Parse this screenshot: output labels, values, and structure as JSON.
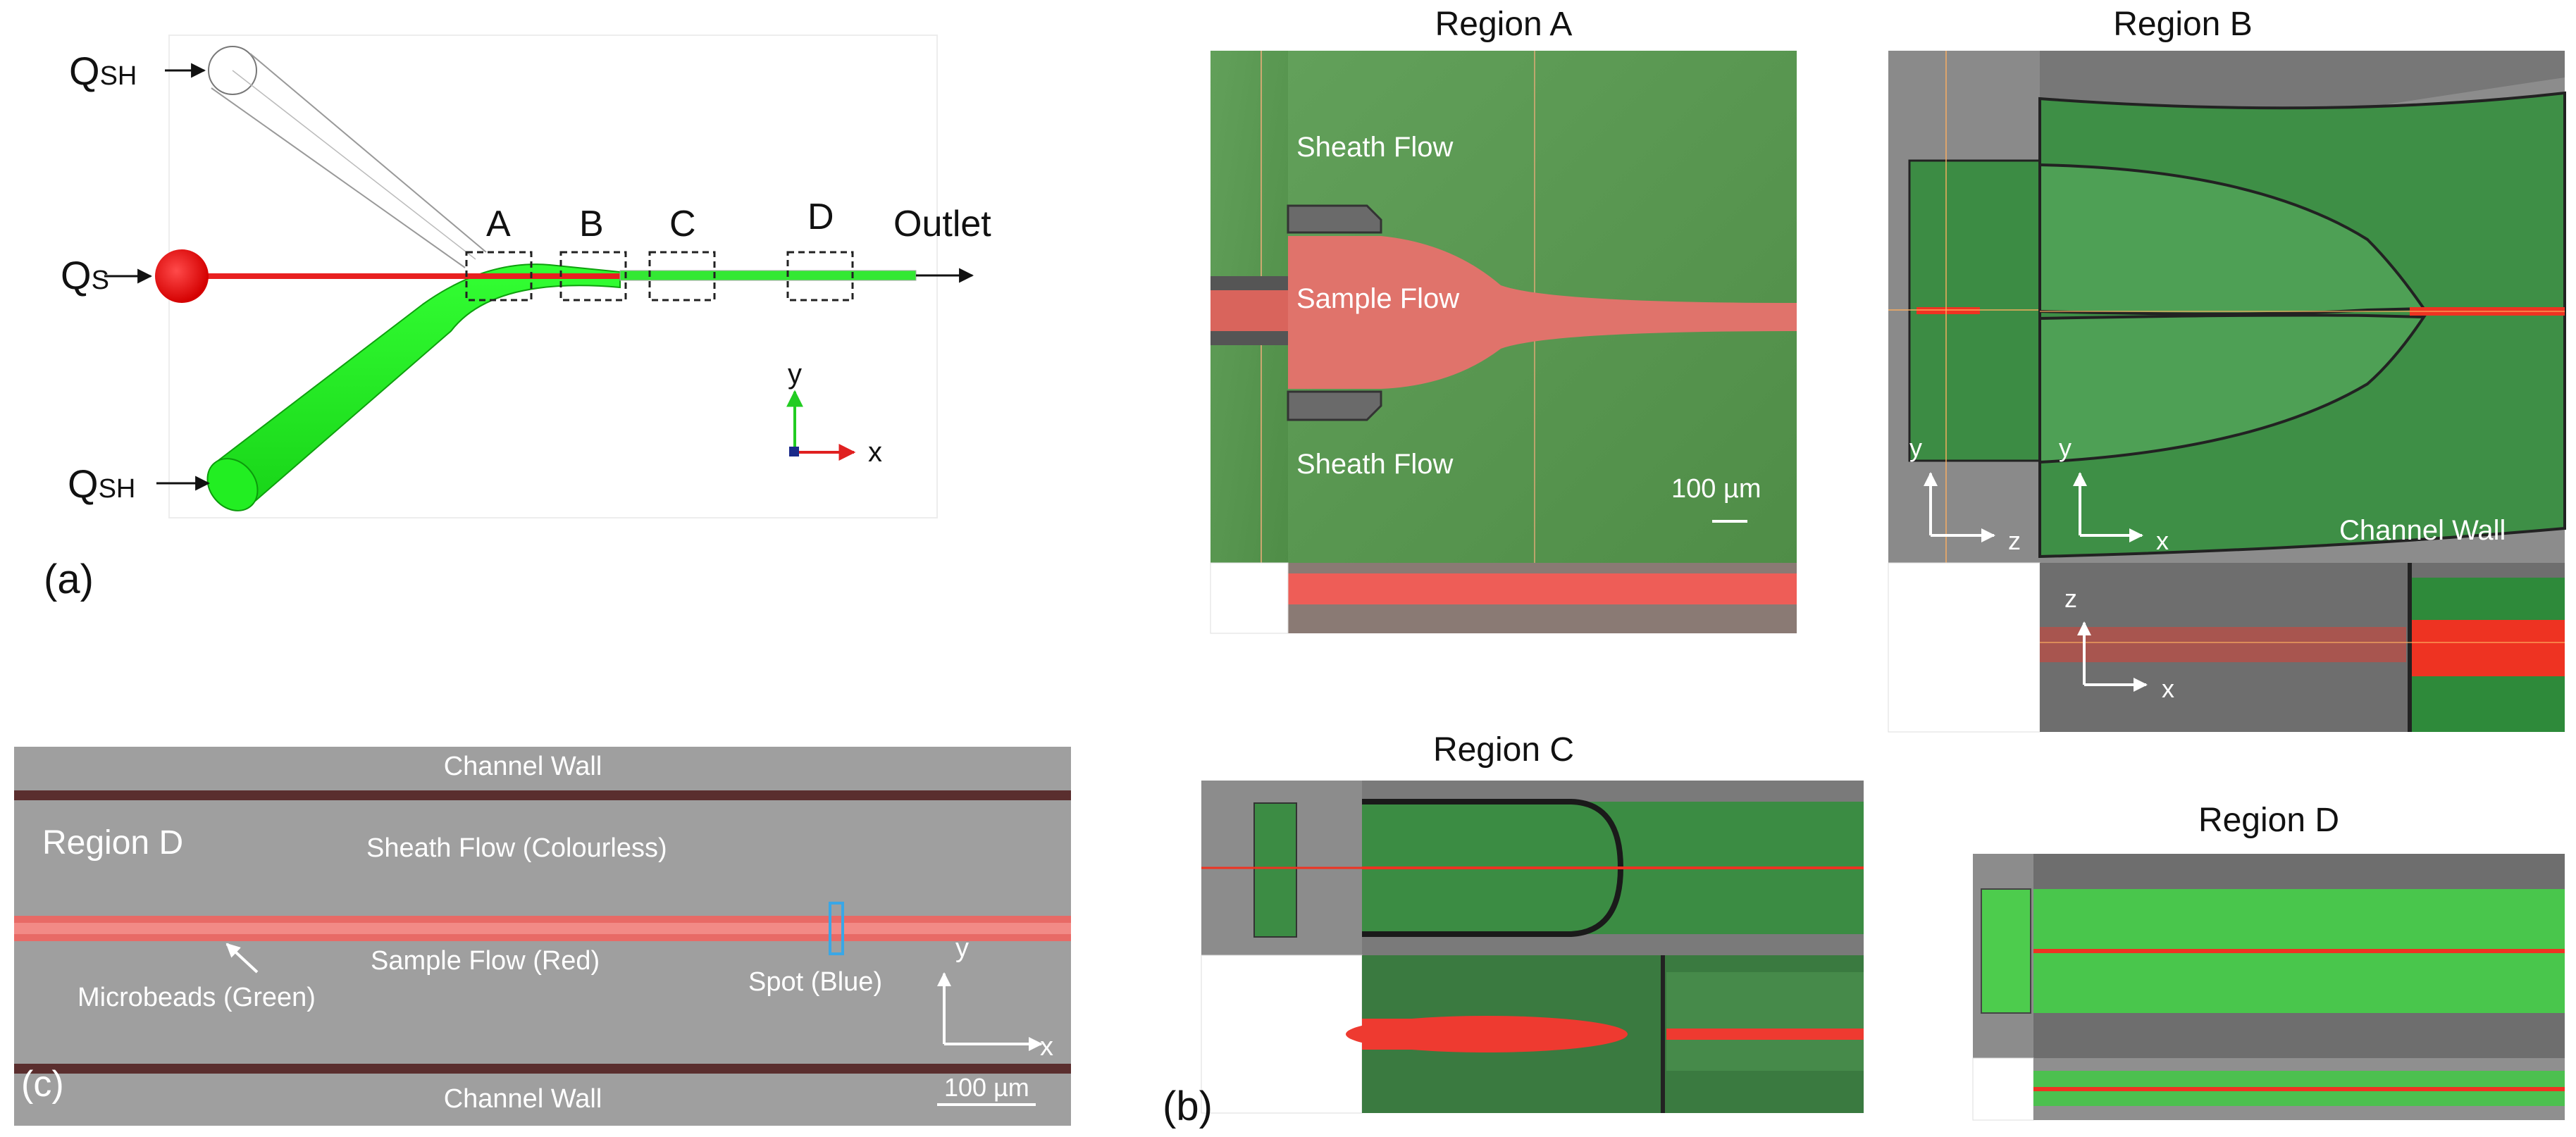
{
  "panel_a": {
    "panel_label": "(a)",
    "inlet_top": {
      "symbol": "Q",
      "subscript": "SH"
    },
    "inlet_middle": {
      "symbol": "Q",
      "subscript": "S"
    },
    "inlet_bottom": {
      "symbol": "Q",
      "subscript": "SH"
    },
    "region_labels": [
      "A",
      "B",
      "C",
      "D"
    ],
    "outlet_label": "Outlet",
    "axis_y": "y",
    "axis_x": "x",
    "colors": {
      "sample": "#e41a1a",
      "sheath": "#22ee22"
    }
  },
  "panel_b": {
    "panel_label": "(b)",
    "region_a": {
      "title": "Region A",
      "sheath_top": "Sheath Flow",
      "sample": "Sample Flow",
      "sheath_bottom": "Sheath Flow",
      "scale": "100 µm"
    },
    "region_b": {
      "title": "Region B",
      "axis_y1": "y",
      "axis_z1": "z",
      "axis_y2": "y",
      "axis_x2": "x",
      "wall": "Channel Wall",
      "axis_z3": "z",
      "axis_x3": "x"
    },
    "region_c": {
      "title": "Region C"
    },
    "region_d": {
      "title": "Region D"
    }
  },
  "panel_c": {
    "panel_label": "(c)",
    "wall_top": "Channel Wall",
    "region": "Region D",
    "sheath": "Sheath Flow (Colourless)",
    "sample": "Sample Flow (Red)",
    "beads": "Microbeads (Green)",
    "spot": "Spot (Blue)",
    "axis_y": "y",
    "axis_x": "x",
    "wall_bottom": "Channel Wall",
    "scale": "100 µm"
  }
}
